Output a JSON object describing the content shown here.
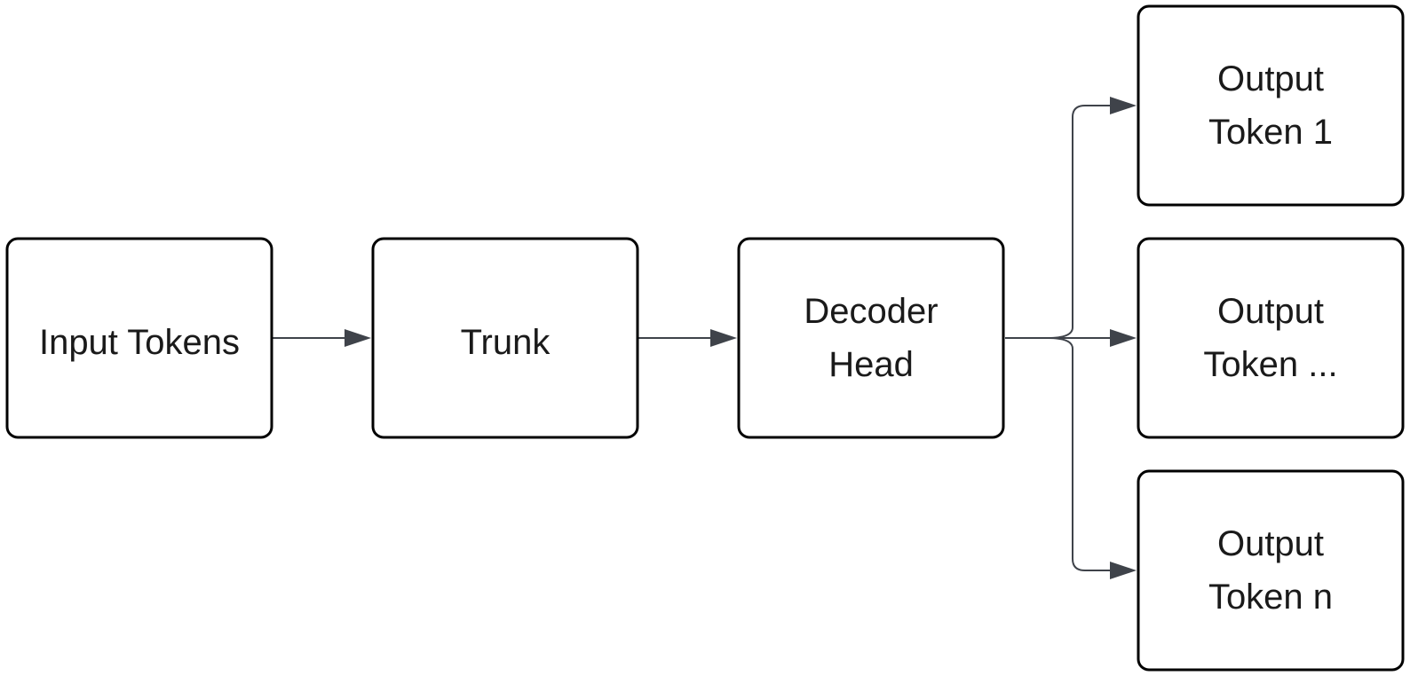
{
  "nodes": {
    "input": {
      "lines": [
        "Input Tokens"
      ]
    },
    "trunk": {
      "lines": [
        "Trunk"
      ]
    },
    "decoder": {
      "lines": [
        "Decoder",
        "Head"
      ]
    },
    "output_1": {
      "lines": [
        "Output",
        "Token 1"
      ]
    },
    "output_mid": {
      "lines": [
        "Output",
        "Token ..."
      ]
    },
    "output_n": {
      "lines": [
        "Output",
        "Token n"
      ]
    }
  },
  "edges": [
    {
      "from": "input",
      "to": "trunk"
    },
    {
      "from": "trunk",
      "to": "decoder"
    },
    {
      "from": "decoder",
      "to": "output_1"
    },
    {
      "from": "decoder",
      "to": "output_mid"
    },
    {
      "from": "decoder",
      "to": "output_n"
    }
  ],
  "colors": {
    "node_border": "#000000",
    "edge": "#3f434a",
    "text": "#1a1a1a"
  }
}
